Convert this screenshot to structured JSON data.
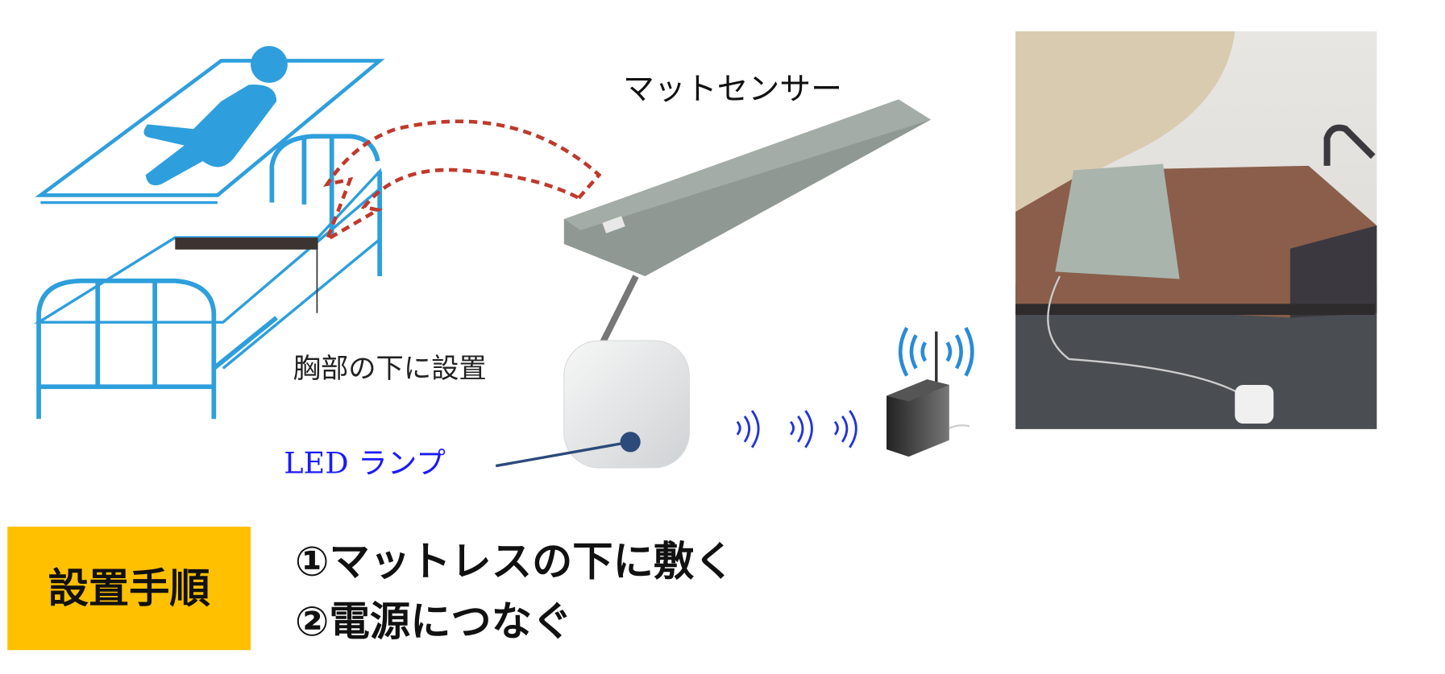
{
  "diagram": {
    "mat_sensor_label": "マットセンサー",
    "placement_label": "胸部の下に設置",
    "led_label": "LED ランプ",
    "colors": {
      "bed": "#2e9fdc",
      "arrow": "#c0392b",
      "led_label": "#1a1aff",
      "wave": "#2233dd",
      "highlight_box": "#ffc000"
    }
  },
  "procedure": {
    "title": "設置手順",
    "steps": [
      "①マットレスの下に敷く",
      "②電源につなぐ"
    ]
  }
}
